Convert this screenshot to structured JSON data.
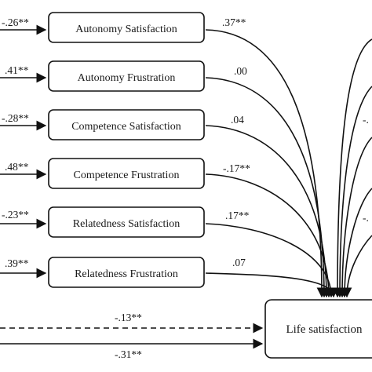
{
  "predictors": [
    {
      "label": "Autonomy Satisfaction",
      "in_coef": "-.26**",
      "out_coef": ".37**"
    },
    {
      "label": "Autonomy Frustration",
      "in_coef": ".41**",
      "out_coef": ".00"
    },
    {
      "label": "Competence Satisfaction",
      "in_coef": "-.28**",
      "out_coef": ".04"
    },
    {
      "label": "Competence Frustration",
      "in_coef": ".48**",
      "out_coef": "-.17**"
    },
    {
      "label": "Relatedness Satisfaction",
      "in_coef": "-.23**",
      "out_coef": ".17**"
    },
    {
      "label": "Relatedness Frustration",
      "in_coef": ".39**",
      "out_coef": ".07"
    }
  ],
  "outcome": {
    "label": "Life satisfaction"
  },
  "direct_paths": [
    {
      "coef": "-.13**",
      "style": "dashed"
    },
    {
      "coef": "-.31**",
      "style": "solid"
    }
  ],
  "partial_right_labels": [
    "-.",
    "-."
  ]
}
